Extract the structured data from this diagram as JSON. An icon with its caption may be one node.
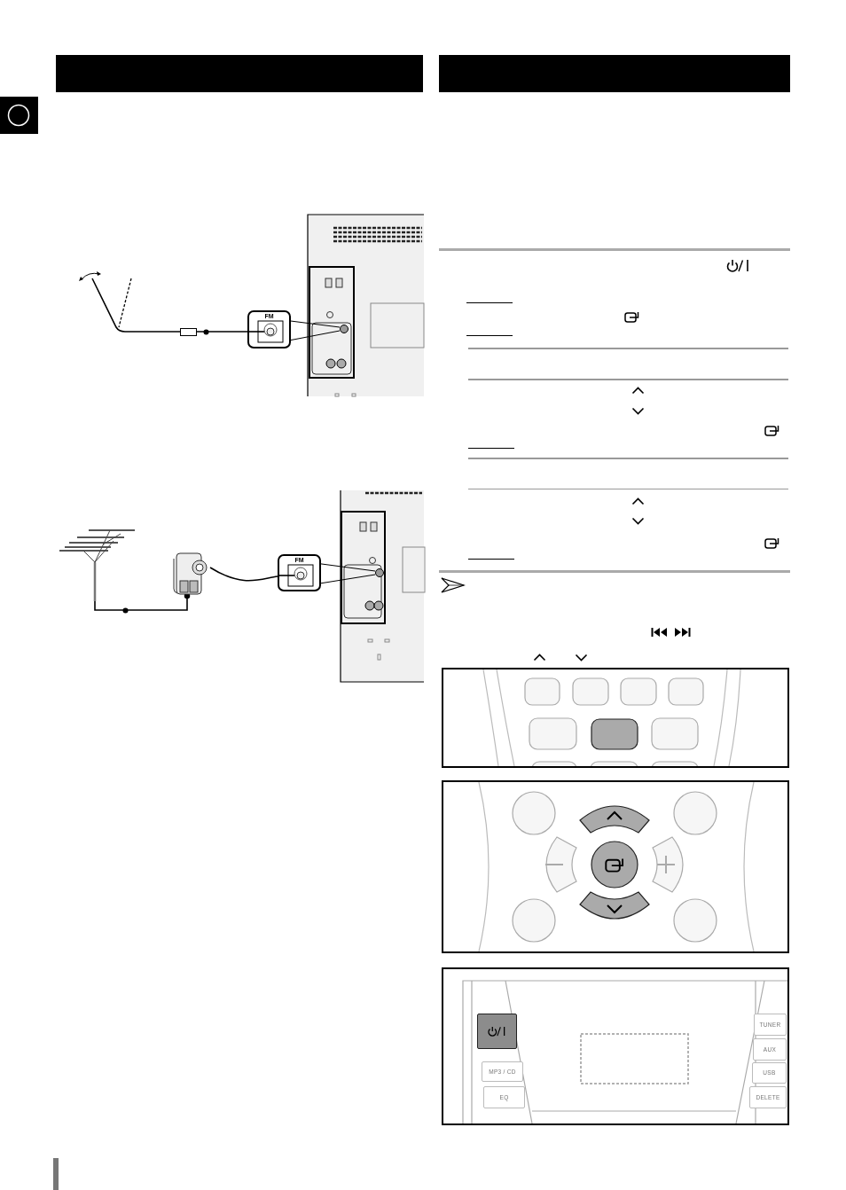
{
  "diagram": {
    "nodes": [
      {
        "text": [],
        "shape": "picture"
      },
      {
        "text": [
          "FM"
        ]
      },
      {
        "text": [],
        "shape": "circle"
      },
      {
        "text": [],
        "shape": "picture"
      },
      {
        "text": [],
        "shape": "picture"
      },
      {
        "text": [
          "FM"
        ]
      },
      {
        "text": [],
        "shape": "circle"
      },
      {
        "text": [],
        "shape": "box"
      },
      {
        "text": [
          "MP3 / CD"
        ]
      },
      {
        "text": [
          "EQ"
        ]
      },
      {
        "text": [
          "TUNER"
        ]
      },
      {
        "text": [
          "AUX"
        ]
      },
      {
        "text": [
          "USB"
        ]
      },
      {
        "text": [
          "DELETE"
        ]
      }
    ],
    "edges": [
      {
        "from": 0,
        "to": 1,
        "arrow": "none"
      },
      {
        "from": 1,
        "to": 2,
        "arrow": "none"
      },
      {
        "from": 3,
        "to": 4,
        "arrow": "other"
      },
      {
        "from": 4,
        "to": 5,
        "arrow": "none"
      },
      {
        "from": 5,
        "to": 6,
        "arrow": "none"
      }
    ]
  }
}
